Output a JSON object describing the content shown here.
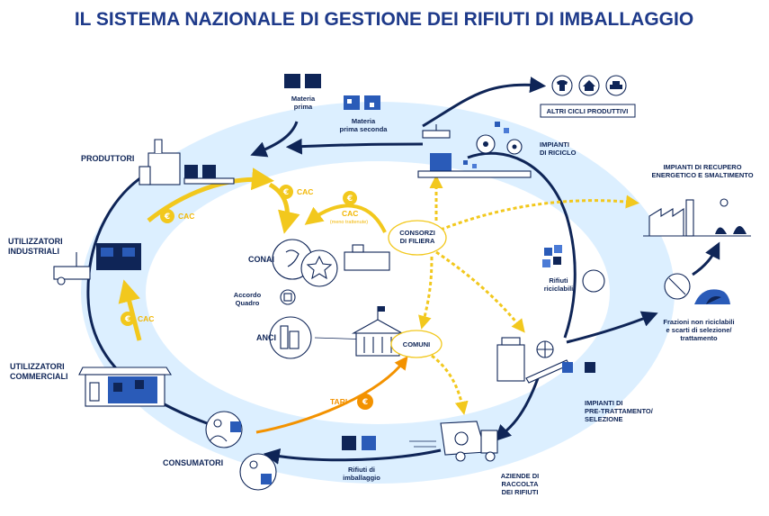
{
  "title": "IL SISTEMA NAZIONALE DI GESTIONE DEI RIFIUTI DI IMBALLAGGIO",
  "colors": {
    "navy": "#0f2557",
    "title_blue": "#1e3a8a",
    "light_blue": "#dcefff",
    "yellow": "#f2c81d",
    "orange": "#f39200"
  },
  "nodes": {
    "produttori": "PRODUTTORI",
    "utilizzatori_industriali": [
      "UTILIZZATORI",
      "INDUSTRIALI"
    ],
    "utilizzatori_commerciali": [
      "UTILIZZATORI",
      "COMMERCIALI"
    ],
    "consumatori": "CONSUMATORI",
    "materia_prima": [
      "Materia",
      "prima"
    ],
    "materia_prima_seconda": [
      "Materia",
      "prima seconda"
    ],
    "altri_cicli": "ALTRI CICLI PRODUTTIVI",
    "impianti_riciclo": [
      "IMPIANTI",
      "DI RICICLO"
    ],
    "impianti_recupero": [
      "IMPIANTI DI RECUPERO",
      "ENERGETICO E SMALTIMENTO"
    ],
    "rifiuti_riciclabili": [
      "Rifiuti",
      "riciclabili"
    ],
    "frazioni": [
      "Frazioni non riciclabili",
      "e scarti di selezione/",
      "trattamento"
    ],
    "impianti_pretrattamento": [
      "IMPIANTI DI",
      "PRE-TRATTAMENTO/",
      "SELEZIONE"
    ],
    "aziende_raccolta": [
      "AZIENDE DI",
      "RACCOLTA",
      "DEI RIFIUTI"
    ],
    "rifiuti_imballaggio": [
      "Rifiuti di",
      "imballaggio"
    ],
    "conai": "CONAI",
    "accordo_quadro": [
      "Accordo",
      "Quadro"
    ],
    "anci": "ANCI",
    "consorzi": [
      "CONSORZI",
      "DI FILIERA"
    ],
    "comuni": "COMUNI"
  },
  "flows": {
    "cac": "CAC",
    "cac_note": "(meno trattenute)",
    "tari": "TARI",
    "currency": "€"
  },
  "icons": [
    "factory-icon",
    "pallet-icon",
    "shop-icon",
    "consumer-icon",
    "truck-icon",
    "recycling-plant-icon",
    "sorting-plant-icon",
    "incinerator-icon",
    "tshirt-icon",
    "house-icon",
    "car-icon",
    "coin-icon",
    "gear-icon",
    "town-hall-icon"
  ]
}
